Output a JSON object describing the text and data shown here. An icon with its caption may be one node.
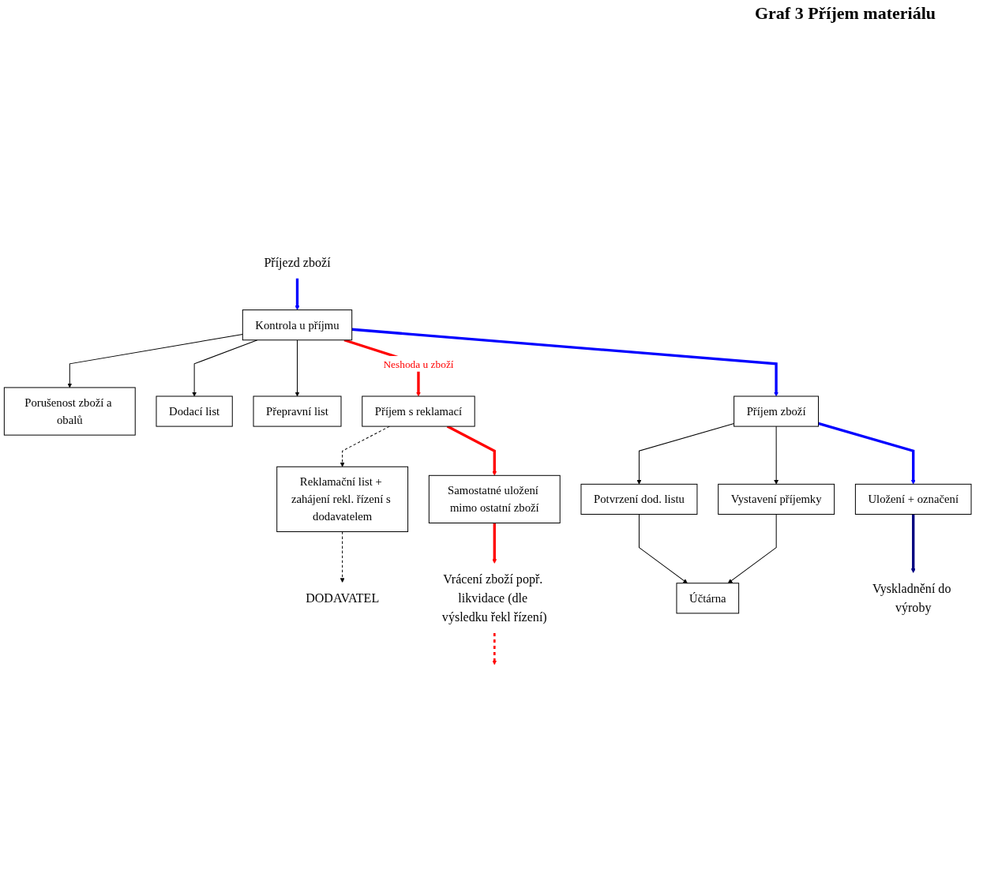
{
  "diagram": {
    "title": "Graf 3 Příjem materiálu",
    "nodes": [
      {
        "text": [
          "Příjezd zboží"
        ]
      },
      {
        "text": [
          "DODAVATEL"
        ]
      },
      {
        "text": [
          "Reklamační list + zahájení rekl. řízení s dodavatelem"
        ]
      },
      {
        "text": [
          "Kontrola u příjmu"
        ]
      },
      {
        "text": [
          "Porušenost zboží a obalů"
        ]
      },
      {
        "text": [
          "Dodací list"
        ]
      },
      {
        "text": [
          "Přepravní list"
        ]
      },
      {
        "text": [
          "Příjem s reklamací"
        ]
      },
      {
        "text": [
          "Příjem zboží"
        ]
      },
      {
        "text": [
          "Potvrzení dod. listu"
        ]
      },
      {
        "text": [
          "Účtárna"
        ]
      },
      {
        "text": [
          "Vystavení příjemky"
        ]
      },
      {
        "text": [
          "Samostatné uložení mimo ostatní zboží"
        ]
      },
      {
        "text": [
          "Uložení + označení"
        ]
      },
      {
        "text": [
          "Vrácení zboží popř. likvidace (dle výsledku řekl řízení)"
        ]
      },
      {
        "text": [
          "Vyskladnění do výroby"
        ]
      }
    ],
    "edges": [
      {
        "from": 0,
        "to": 3,
        "arrow": "to",
        "style": "thick",
        "color": "#0000ff"
      },
      {
        "from": 3,
        "to": 4,
        "arrow": "to"
      },
      {
        "from": 3,
        "to": 5,
        "arrow": "to"
      },
      {
        "from": 3,
        "to": 6,
        "arrow": "to"
      },
      {
        "from": 3,
        "to": 7,
        "arrow": "to",
        "label": "Neshoda u zboží",
        "style": "thick",
        "color": "#ff0000"
      },
      {
        "from": 3,
        "to": 8,
        "arrow": "to",
        "style": "thick",
        "color": "#0000ff"
      },
      {
        "from": 2,
        "to": 1,
        "arrow": "to",
        "style": "dashed"
      },
      {
        "from": 7,
        "to": 2,
        "arrow": "to",
        "style": "dashed"
      },
      {
        "from": 8,
        "to": 9,
        "arrow": "to"
      },
      {
        "from": 8,
        "to": 11,
        "arrow": "to"
      },
      {
        "from": 9,
        "to": 10,
        "arrow": "to"
      },
      {
        "from": 11,
        "to": 10,
        "arrow": "to"
      },
      {
        "from": 7,
        "to": 12,
        "arrow": "to",
        "style": "thick",
        "color": "#ff0000"
      },
      {
        "from": 8,
        "to": 13,
        "arrow": "to",
        "style": "thick",
        "color": "#0000ff"
      },
      {
        "from": 12,
        "to": 14,
        "arrow": "to",
        "style": "thick",
        "color": "#ff0000"
      },
      {
        "from": 13,
        "to": 15,
        "arrow": "to",
        "style": "thick",
        "color": "#000080"
      },
      {
        "from": 14,
        "to": null,
        "arrow": "to",
        "style": "dashed",
        "color": "#ff0000"
      }
    ]
  }
}
